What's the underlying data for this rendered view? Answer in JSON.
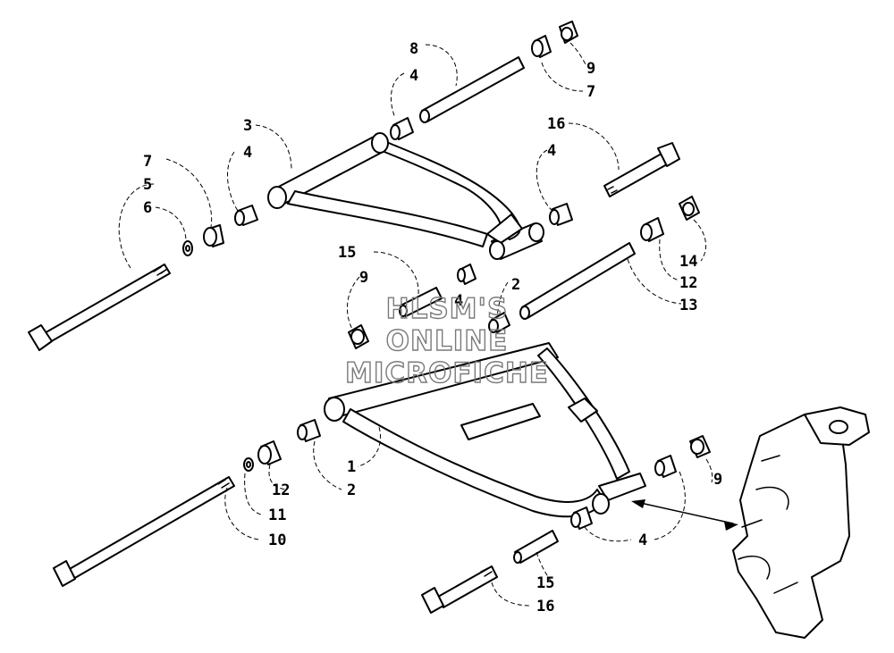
{
  "watermark": {
    "lines": [
      "HLSM'S",
      "ONLINE",
      "MICROFICHE"
    ],
    "color": "#7a7a7a"
  },
  "callouts": [
    {
      "id": "c8",
      "text": "8"
    },
    {
      "id": "c4a",
      "text": "4"
    },
    {
      "id": "c9a",
      "text": "9"
    },
    {
      "id": "c7a",
      "text": "7"
    },
    {
      "id": "c3",
      "text": "3"
    },
    {
      "id": "c4b",
      "text": "4"
    },
    {
      "id": "c7b",
      "text": "7"
    },
    {
      "id": "c5",
      "text": "5"
    },
    {
      "id": "c6",
      "text": "6"
    },
    {
      "id": "c16a",
      "text": "16"
    },
    {
      "id": "c4c",
      "text": "4"
    },
    {
      "id": "c15a",
      "text": "15"
    },
    {
      "id": "c9b",
      "text": "9"
    },
    {
      "id": "c4d",
      "text": "4"
    },
    {
      "id": "c2a",
      "text": "2"
    },
    {
      "id": "c14",
      "text": "14"
    },
    {
      "id": "c12a",
      "text": "12"
    },
    {
      "id": "c13",
      "text": "13"
    },
    {
      "id": "c1",
      "text": "1"
    },
    {
      "id": "c12b",
      "text": "12"
    },
    {
      "id": "c2b",
      "text": "2"
    },
    {
      "id": "c11",
      "text": "11"
    },
    {
      "id": "c10",
      "text": "10"
    },
    {
      "id": "c9c",
      "text": "9"
    },
    {
      "id": "c4e",
      "text": "4"
    },
    {
      "id": "c15b",
      "text": "15"
    },
    {
      "id": "c16b",
      "text": "16"
    }
  ]
}
